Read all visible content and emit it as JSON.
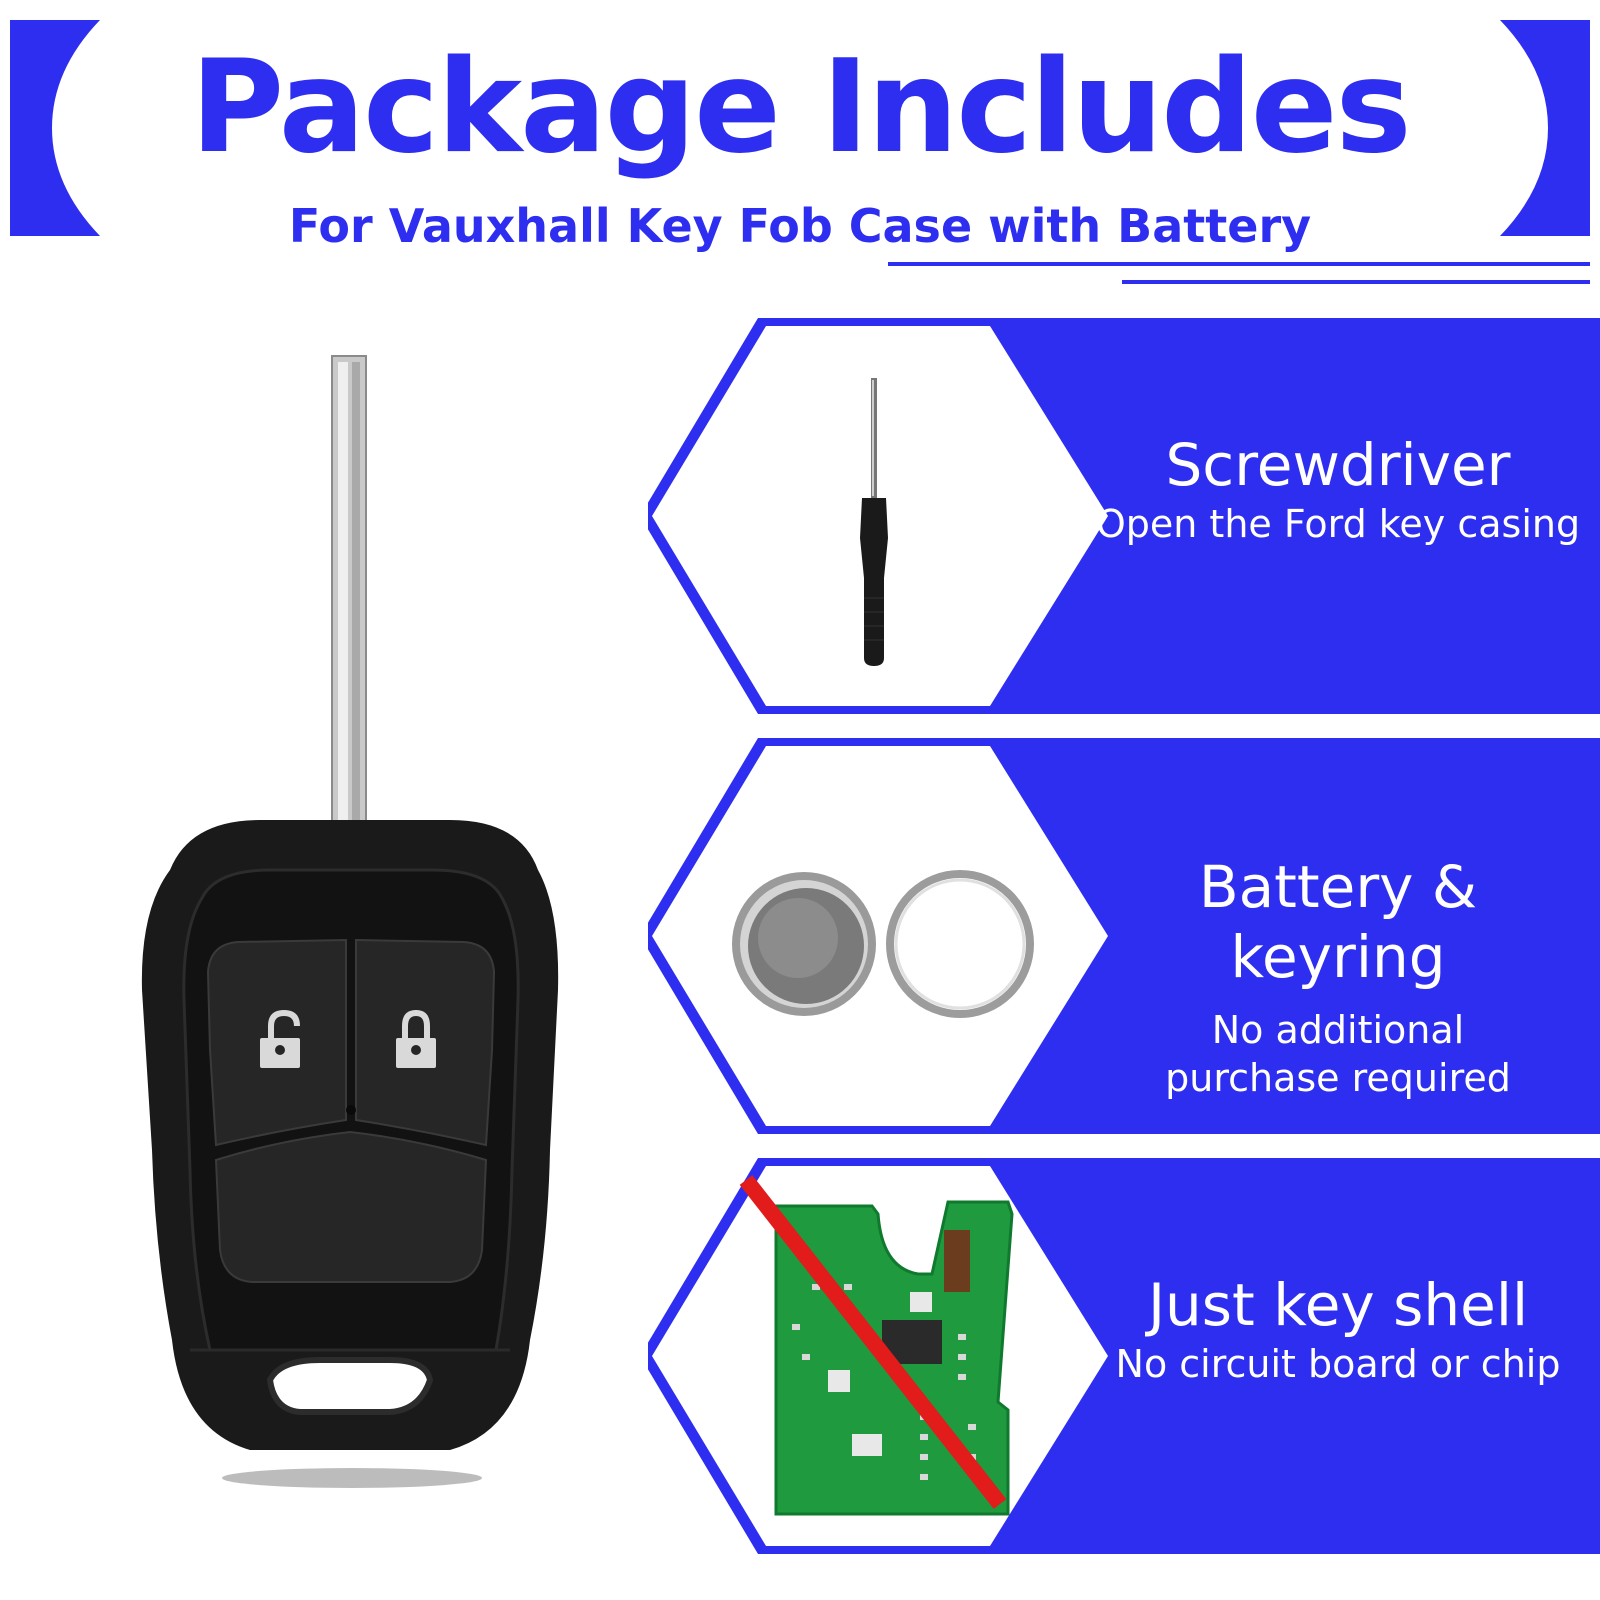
{
  "header": {
    "title": "Package Includes",
    "subtitle": "For Vauxhall Key Fob Case with Battery"
  },
  "colors": {
    "brand": "#2e2ef0",
    "text_on_brand": "#ffffff"
  },
  "items": [
    {
      "heading": "Screwdriver",
      "description": "Open the Ford key casing",
      "icon": "screwdriver-icon"
    },
    {
      "heading": "Battery & keyring",
      "description_line1": "No additional",
      "description_line2": "purchase required",
      "icon": "battery-keyring-icon"
    },
    {
      "heading": "Just key shell",
      "description": "No circuit board or chip",
      "icon": "circuit-board-crossed-icon"
    }
  ]
}
